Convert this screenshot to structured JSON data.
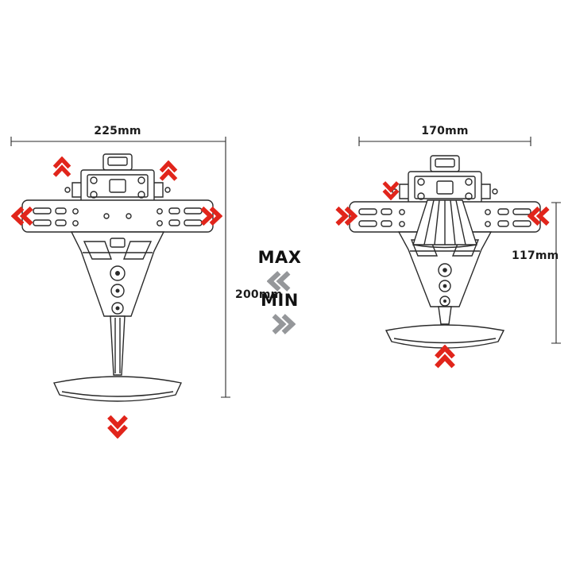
{
  "figures": {
    "left": {
      "position": "MAX",
      "width_label": "225mm",
      "height_label": "200mm"
    },
    "right": {
      "position": "MIN",
      "width_label": "170mm",
      "height_label": "117mm"
    }
  },
  "legend": {
    "max_label": "MAX",
    "min_label": "MIN"
  },
  "colors": {
    "arrow_red": "#e1251b",
    "arrow_gray": "#95979a",
    "line": "#2a2a2a",
    "background": "#ffffff"
  },
  "icons": {
    "chevron_double": "double-chevron direction arrow (red = adjustment direction, gray = MAX/MIN indicator)"
  }
}
